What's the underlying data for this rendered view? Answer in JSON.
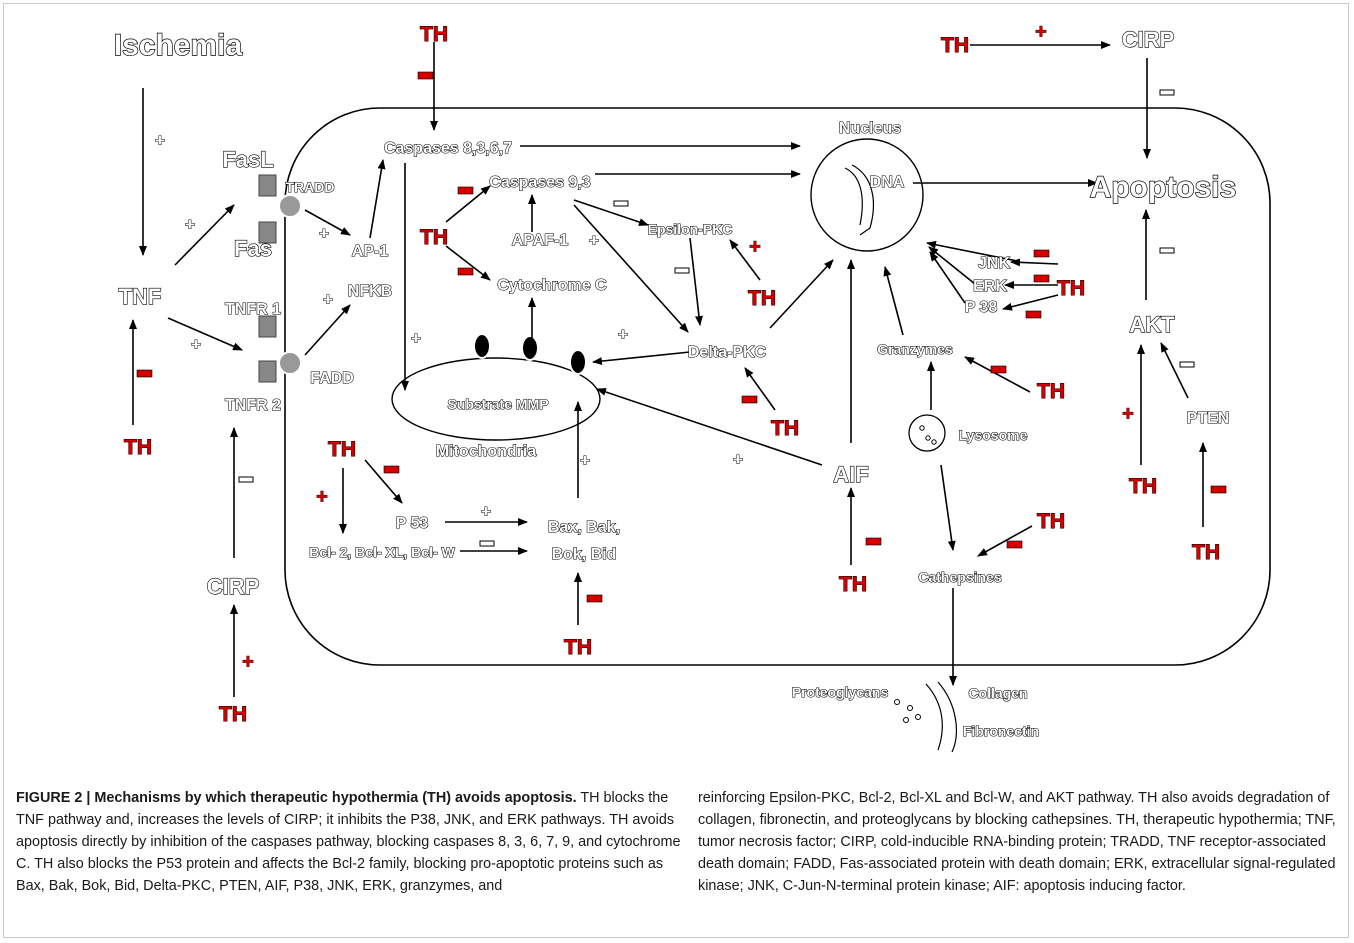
{
  "diagram": {
    "labels": {
      "ischemia": "Ischemia",
      "tnf": "TNF",
      "fasl": "FasL",
      "fas": "Fas",
      "tnfr1": "TNFR 1",
      "tnfr2": "TNFR 2",
      "tradd": "TRADD",
      "fadd": "FADD",
      "ap1": "AP-1",
      "nfkb": "NFKB",
      "cirp_left": "CIRP",
      "caspases_8367": "Caspases 8,3,6,7",
      "caspases_93": "Caspases 9,3",
      "apaf1": "APAF-1",
      "cytochrome_c": "Cytochrome C",
      "epsilon_pkc": "Epsilon-PKC",
      "delta_pkc": "Delta-PKC",
      "substrate_mmp": "Substrate MMP",
      "mitochondria": "Mitochondria",
      "p53": "P 53",
      "bcl2_family": "Bcl- 2, Bcl- XL, Bcl- W",
      "bax_bak": "Bax, Bak,",
      "bok_bid": "Bok, Bid",
      "nucleus": "Nucleus",
      "dna": "DNA",
      "jnk": "JNK",
      "erk": "ERK",
      "p38": "P 38",
      "granzymes": "Granzymes",
      "lysosome": "Lysosome",
      "aif": "AIF",
      "cathepsines": "Cathepsines",
      "proteoglycans": "Proteoglycans",
      "collagen": "Collagen",
      "fibronectin": "Fibronectin",
      "cirp_right": "CIRP",
      "apoptosis": "Apoptosis",
      "akt": "AKT",
      "pten": "PTEN"
    },
    "th_label": "TH",
    "plus_sign": "+",
    "minus_sign": "–"
  },
  "caption": {
    "figure_label": "FIGURE 2 | Mechanisms by which therapeutic hypothermia (TH) avoids apoptosis.",
    "left_text": " TH blocks the TNF pathway and, increases the levels of CIRP; it inhibits the P38, JNK, and ERK pathways. TH avoids apoptosis directly by inhibition of the caspases pathway, blocking caspases 8, 3, 6, 7, 9, and cytochrome C. TH also blocks the P53 protein and affects the Bcl-2 family, blocking pro-apoptotic proteins such as Bax, Bak, Bok, Bid, Delta-PKC, PTEN, AIF, P38, JNK, ERK, granzymes, and",
    "right_text": "reinforcing Epsilon-PKC, Bcl-2, Bcl-XL and Bcl-W, and AKT pathway. TH also avoids degradation of collagen, fibronectin, and proteoglycans by blocking cathepsines. TH, therapeutic hypothermia; TNF, tumor necrosis factor; CIRP, cold-inducible RNA-binding protein; TRADD, TNF receptor-associated death domain; FADD, Fas-associated protein with death domain; ERK, extracellular signal-regulated kinase; JNK, C-Jun-N-terminal protein kinase; AIF: apoptosis inducing factor."
  }
}
